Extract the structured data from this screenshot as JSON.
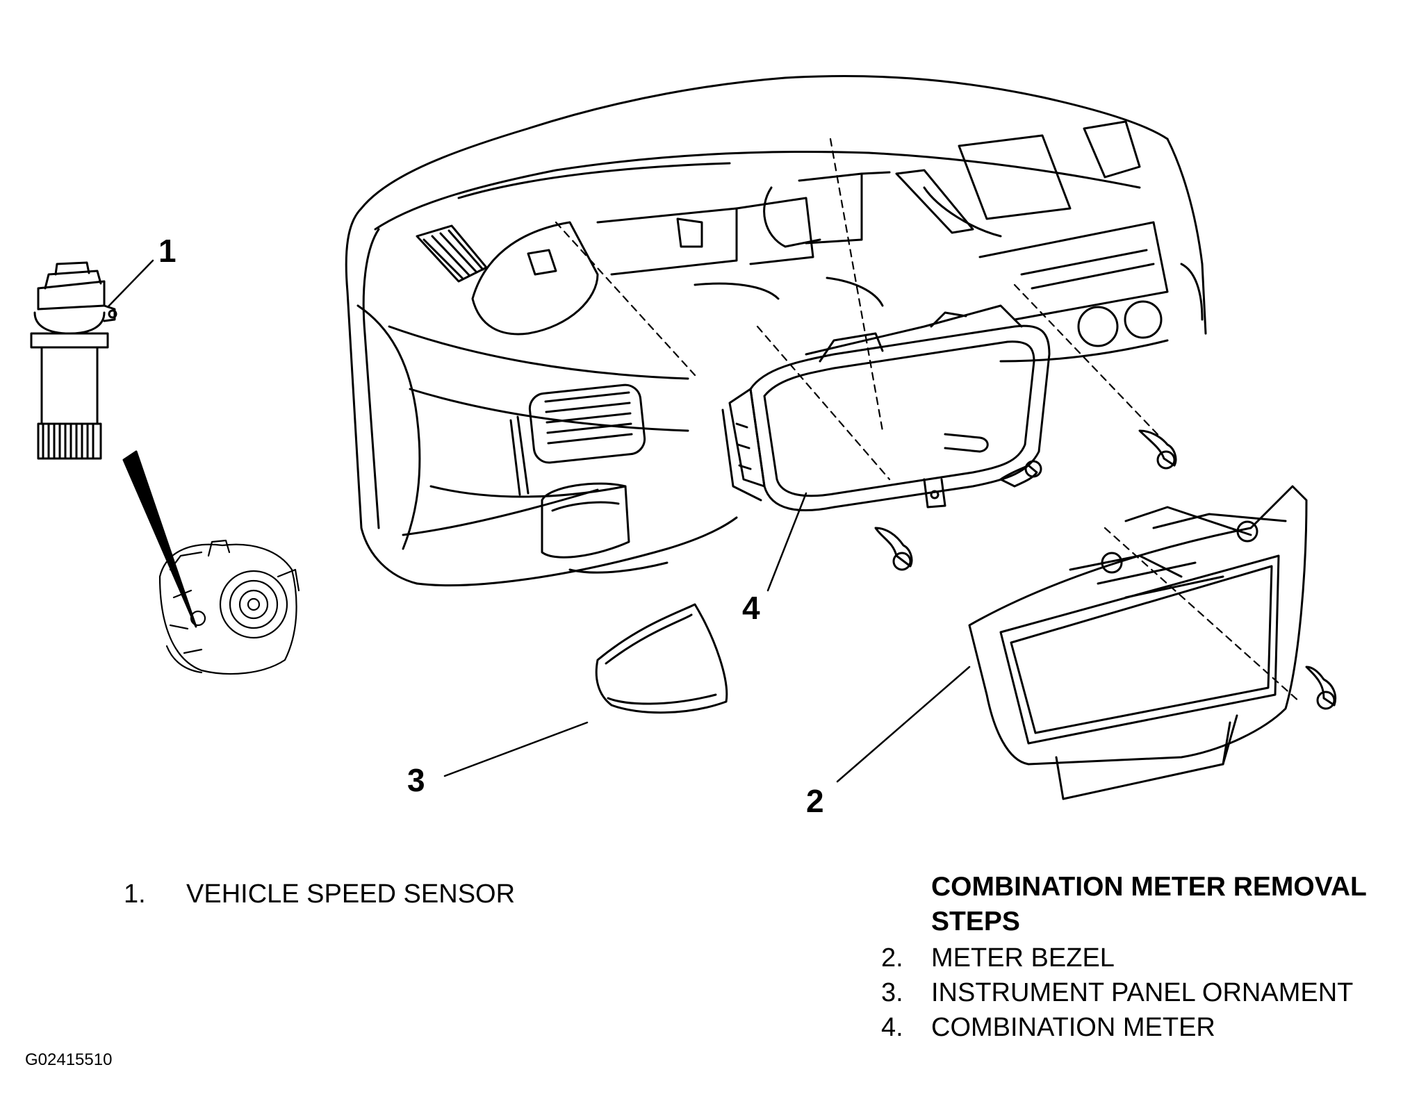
{
  "callouts": {
    "c1": "1",
    "c2": "2",
    "c3": "3",
    "c4": "4"
  },
  "legend_left": {
    "num": "1.",
    "label": "VEHICLE SPEED SENSOR"
  },
  "legend_right": {
    "title": "COMBINATION METER REMOVAL STEPS",
    "items": [
      {
        "num": "2.",
        "label": "METER BEZEL"
      },
      {
        "num": "3.",
        "label": "INSTRUMENT PANEL ORNAMENT"
      },
      {
        "num": "4.",
        "label": "COMBINATION METER"
      }
    ]
  },
  "figure_id": "G02415510"
}
